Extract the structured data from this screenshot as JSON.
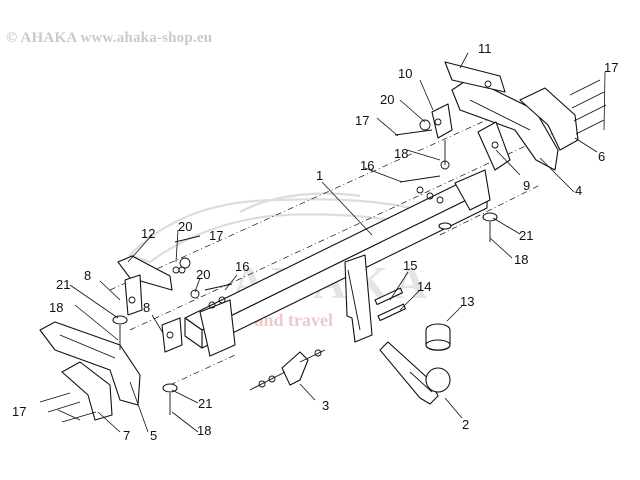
{
  "watermark": "© AHAKA www.ahaka-shop.eu",
  "logo_text": "AHAKA",
  "logo_tagline": "parts and travel",
  "part_numbers": {
    "p1": "1",
    "p2": "2",
    "p3": "3",
    "p4": "4",
    "p5": "5",
    "p6": "6",
    "p7": "7",
    "p8a": "8",
    "p8b": "8",
    "p9": "9",
    "p10": "10",
    "p11": "11",
    "p12": "12",
    "p13": "13",
    "p14": "14",
    "p15": "15",
    "p16a": "16",
    "p16b": "16",
    "p17a": "17",
    "p17b": "17",
    "p17c": "17",
    "p17d": "17",
    "p18a": "18",
    "p18b": "18",
    "p18c": "18",
    "p18d": "18",
    "p20a": "20",
    "p20b": "20",
    "p20c": "20",
    "p21a": "21",
    "p21b": "21",
    "p21c": "21"
  }
}
